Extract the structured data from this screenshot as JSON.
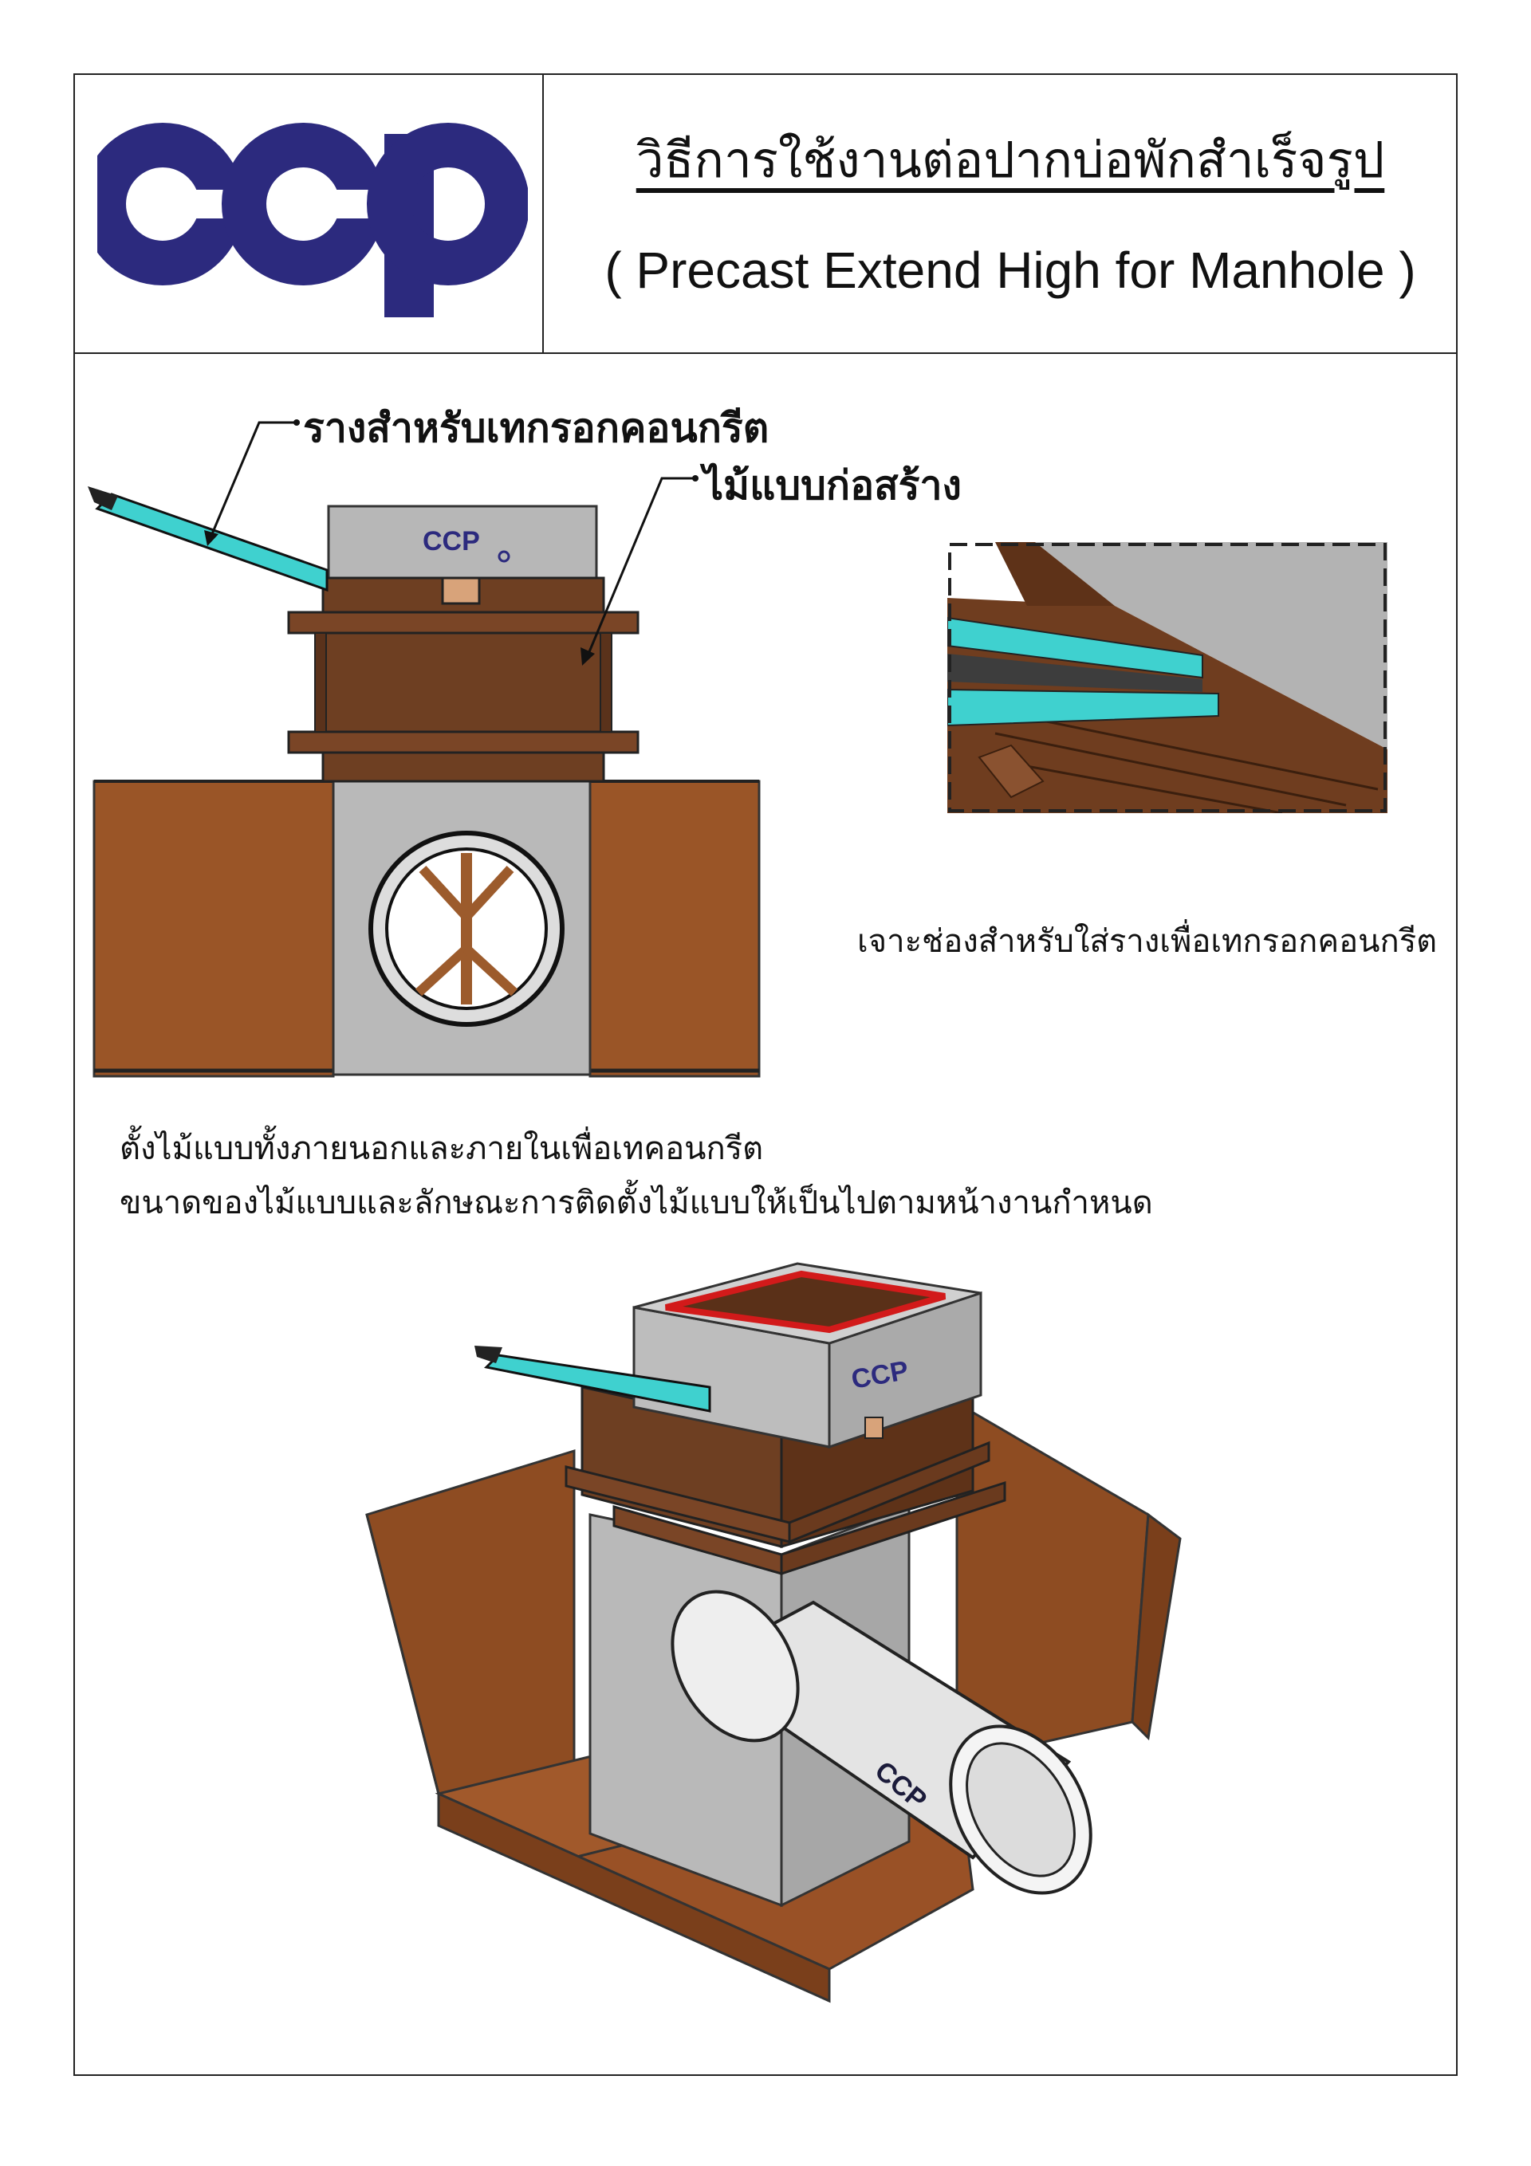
{
  "header": {
    "brand": "ccp",
    "title_th": "วิธีการใช้งานต่อปากบ่อพักสำเร็จรูป",
    "title_en": "( Precast Extend High for Manhole )"
  },
  "figure1": {
    "callout_chute": "รางสำหรับเทกรอกคอนกรีต",
    "callout_formwork": "ไม้แบบก่อสร้าง",
    "mark": "CCP"
  },
  "detail": {
    "caption": "เจาะช่องสำหรับใส่รางเพื่อเทกรอกคอนกรีต"
  },
  "notes": {
    "line1": "ตั้งไม้แบบทั้งภายนอกและภายในเพื่อเทคอนกรีต",
    "line2": "ขนาดของไม้แบบและลักษณะการติดตั้งไม้แบบให้เป็นไปตามหน้างานกำหนด"
  },
  "figure2": {
    "mark_chamber": "CCP",
    "mark_pipe": "CCP"
  },
  "colors": {
    "brand_navy": "#2c2a7e",
    "wood": "#6e3f22",
    "soil": "#9a5527",
    "concrete": "#b9b9b9",
    "chute": "#3fd1cf",
    "seal": "#d21a1a"
  }
}
